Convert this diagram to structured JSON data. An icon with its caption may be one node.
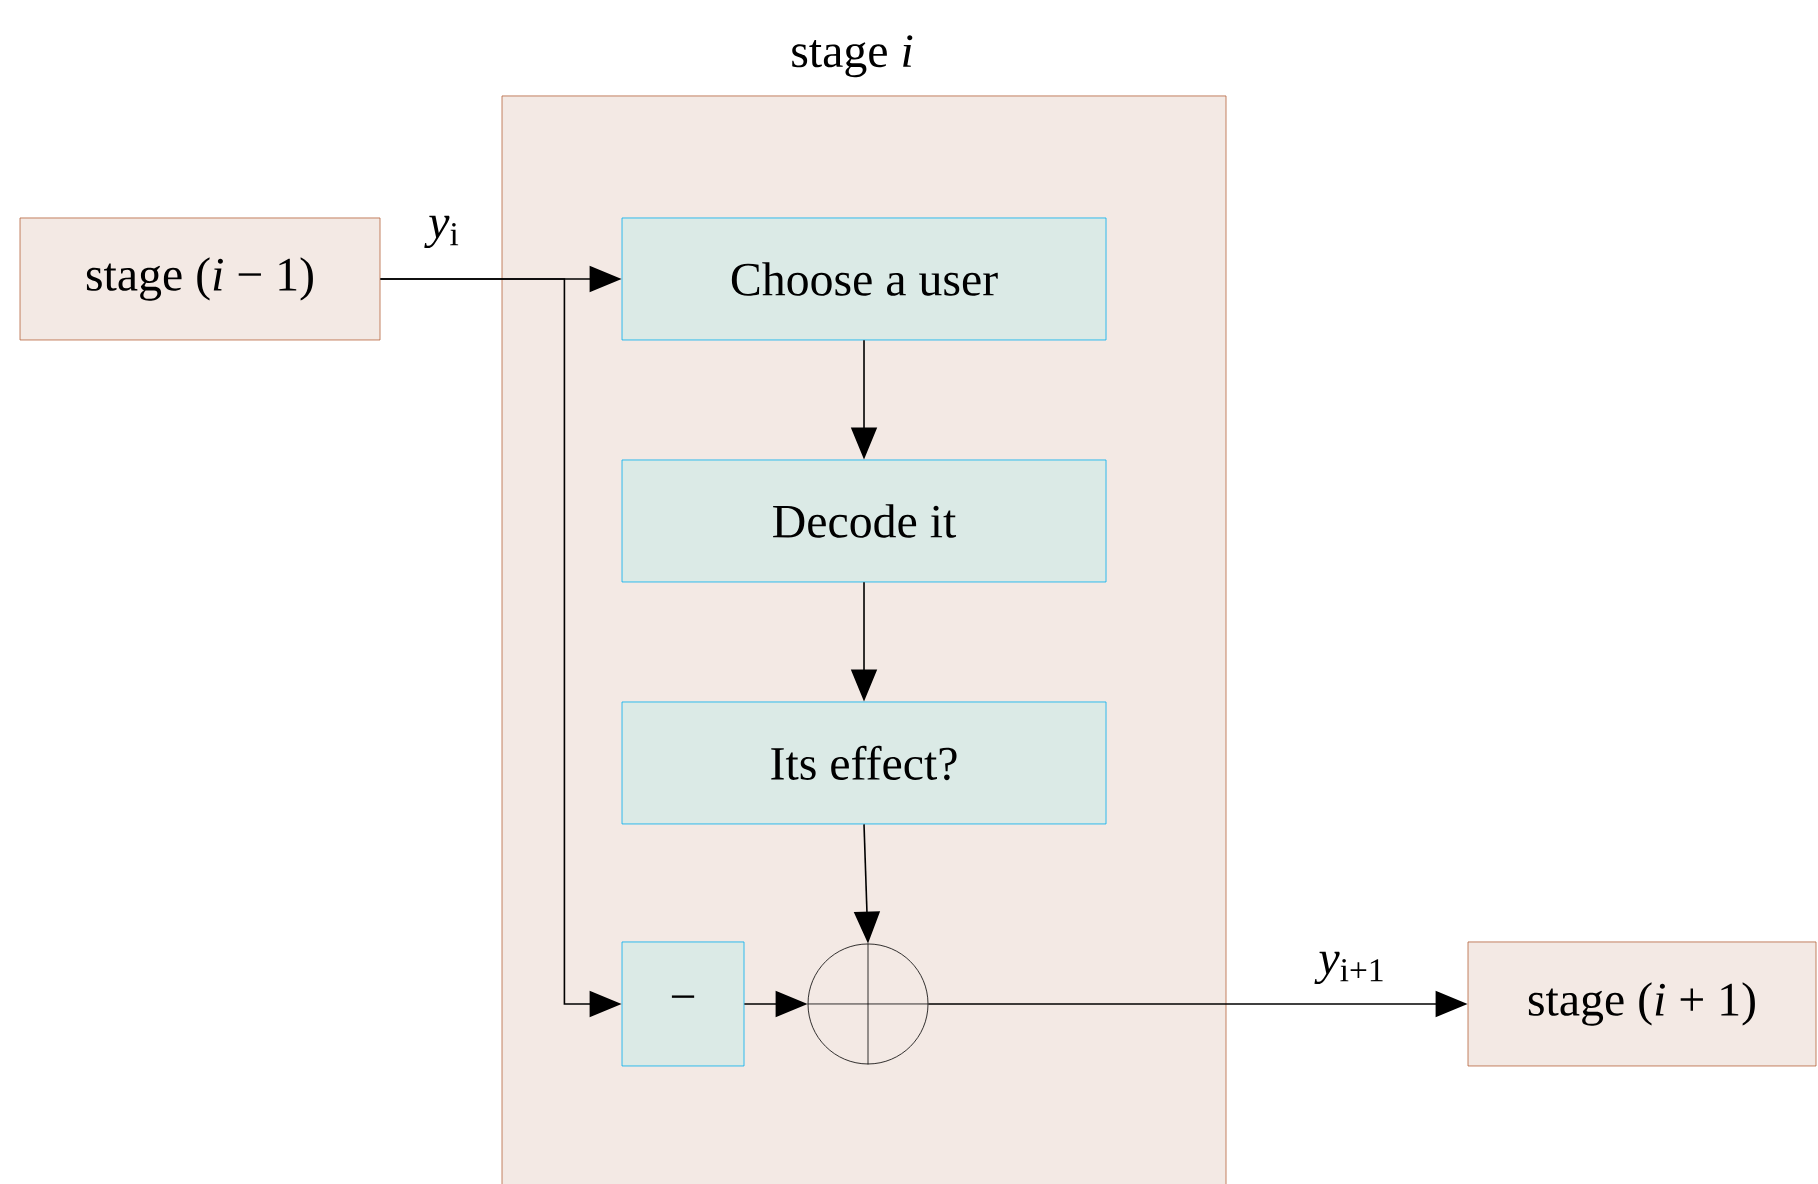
{
  "diagram": {
    "nodes": [
      {
        "text": [
          "stage *i*"
        ]
      },
      {
        "text": [
          "stage (*i* − 1)"
        ]
      },
      {
        "text": [
          "Choose a user"
        ],
        "in": 0
      },
      {
        "text": [
          "Decode it"
        ],
        "in": 0
      },
      {
        "text": [
          "Its effect?"
        ],
        "in": 0
      },
      {
        "text": [
          "−"
        ],
        "in": 0
      },
      {
        "text": [],
        "shape": "circle",
        "in": 0
      },
      {
        "text": [
          "stage (*i* + 1)"
        ]
      }
    ],
    "edges": [
      {
        "from": 1,
        "to": 2,
        "arrow": "to",
        "label": "*y*$_{i}$"
      },
      {
        "from": 1,
        "to": 5,
        "arrow": "to"
      },
      {
        "from": 2,
        "to": 3,
        "arrow": "to"
      },
      {
        "from": 3,
        "to": 4,
        "arrow": "to"
      },
      {
        "from": 4,
        "to": 6,
        "arrow": "to"
      },
      {
        "from": 5,
        "to": 6,
        "arrow": "to"
      },
      {
        "from": 6,
        "to": 7,
        "arrow": "to",
        "label": "*y*$_{i+1}$"
      }
    ]
  }
}
